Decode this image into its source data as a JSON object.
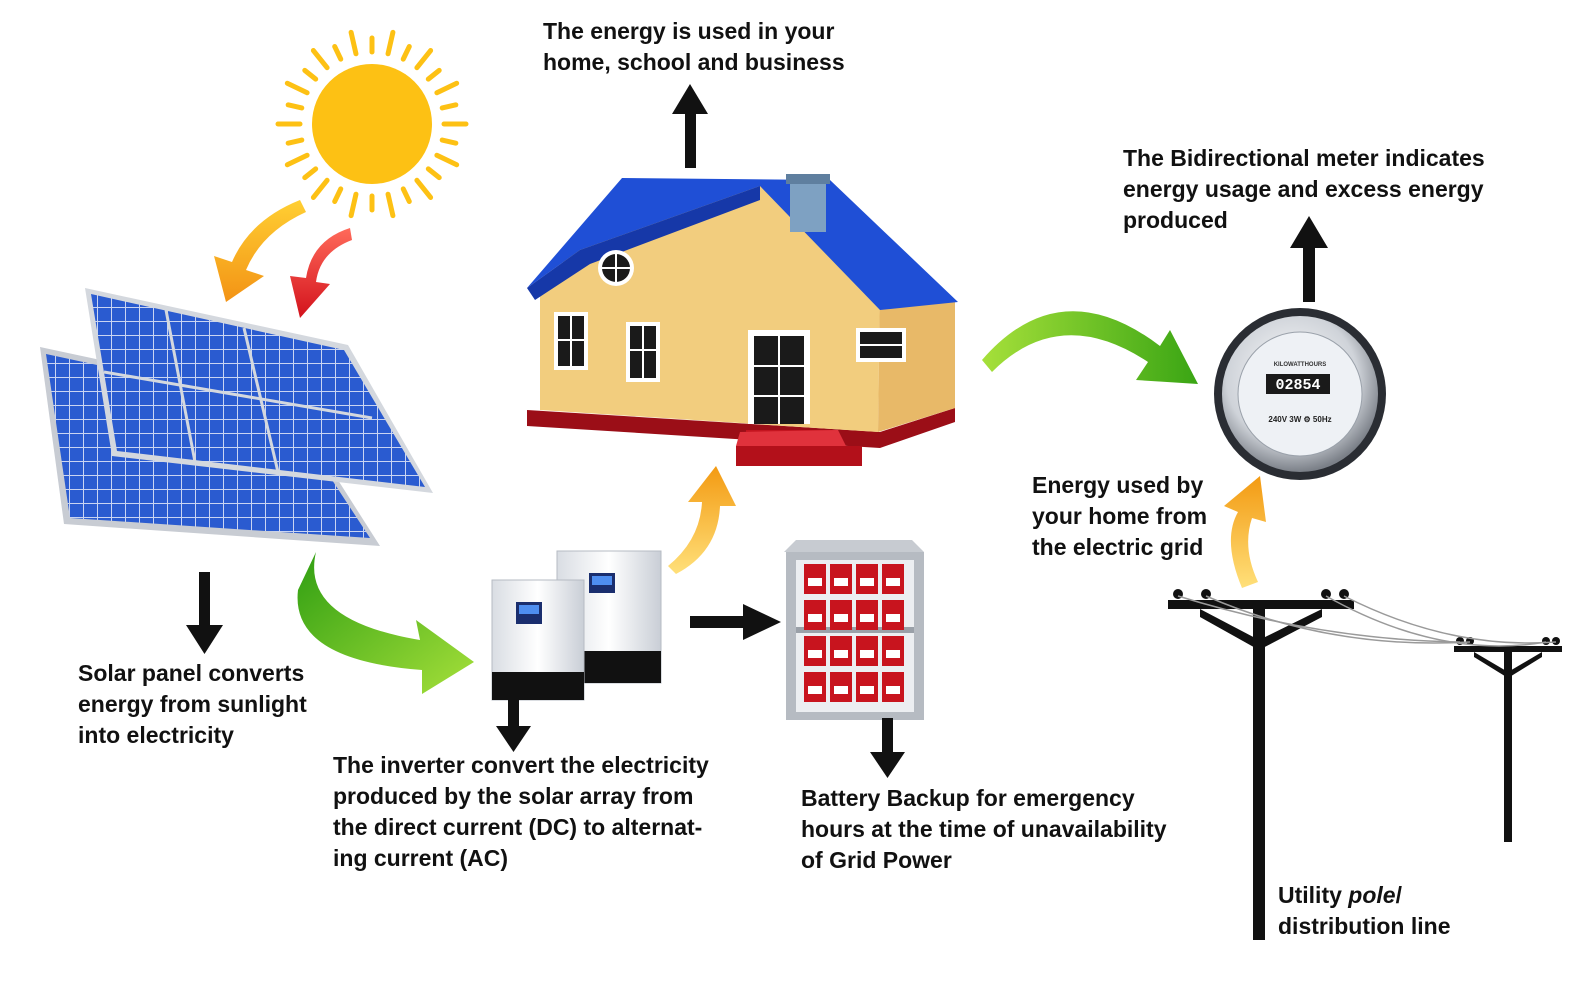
{
  "labels": {
    "energy_use": [
      "The energy is used in your",
      "home, school and business"
    ],
    "meter": [
      "The Bidirectional meter indicates",
      "energy usage and excess energy",
      "produced"
    ],
    "grid_use": [
      "Energy used by",
      "your home from",
      "the electric grid"
    ],
    "solar": [
      "Solar panel converts",
      "energy from sunlight",
      "into electricity"
    ],
    "inverter": [
      "The inverter convert the electricity",
      "produced by the solar array from",
      "the direct current (DC) to alternat-",
      "ing current (AC)"
    ],
    "battery": [
      "Battery Backup for emergency",
      "hours at the time of unavailability",
      "of Grid Power"
    ],
    "pole": {
      "line1_prefix": "Utility ",
      "line1_italic": "pole",
      "line1_suffix": "/",
      "line2": "distribution line"
    }
  },
  "meter_face": {
    "header": "KILOWATTHOURS",
    "reading": "02854",
    "spec": "240V 3W ⚙ 50Hz"
  },
  "colors": {
    "sun": "#FDC114",
    "roof": "#1F4FD6",
    "wall": "#F2CD7E",
    "foundation": "#B3101A",
    "panel": "#1C3E9A",
    "arrow_green": "#6FCB1E",
    "arrow_orange": "#F5A623",
    "arrow_red": "#E0262C",
    "arrow_black": "#111111"
  }
}
